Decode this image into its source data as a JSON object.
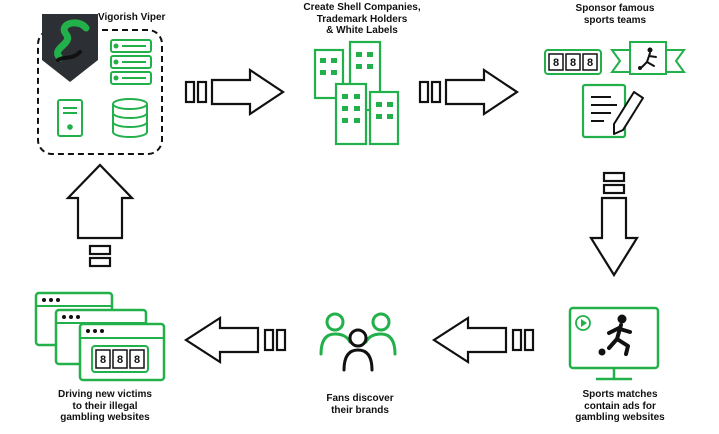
{
  "colors": {
    "accent": "#22b04b",
    "ink": "#111111",
    "dark": "#2c2f33",
    "background": "#ffffff"
  },
  "nodes": {
    "viper": {
      "label": "Vigorish Viper",
      "icons": [
        "snake-shield-logo",
        "server-rack-icon",
        "computer-tower-icon",
        "database-icon"
      ]
    },
    "shell": {
      "label": "Create Shell Companies,\nTrademark Holders\n& White Labels",
      "icons": [
        "office-buildings-icon"
      ]
    },
    "sponsor": {
      "label": "Sponsor famous\nsports teams",
      "icons": [
        "slot-reel-icon",
        "football-player-banner-icon",
        "contract-pen-icon"
      ]
    },
    "matches": {
      "label": "Sports matches\ncontain ads for\ngambling websites",
      "icons": [
        "tv-screen-icon",
        "play-button-icon",
        "football-player-icon"
      ]
    },
    "fans": {
      "label": "Fans discover\ntheir brands",
      "icons": [
        "people-group-icon"
      ]
    },
    "victims": {
      "label": "Driving new victims\nto their illegal\ngambling websites",
      "icons": [
        "browser-windows-icon",
        "slot-reel-icon"
      ]
    }
  },
  "slot_digits": [
    "8",
    "8",
    "8"
  ],
  "flow": [
    "viper",
    "shell",
    "sponsor",
    "matches",
    "fans",
    "victims",
    "viper"
  ]
}
